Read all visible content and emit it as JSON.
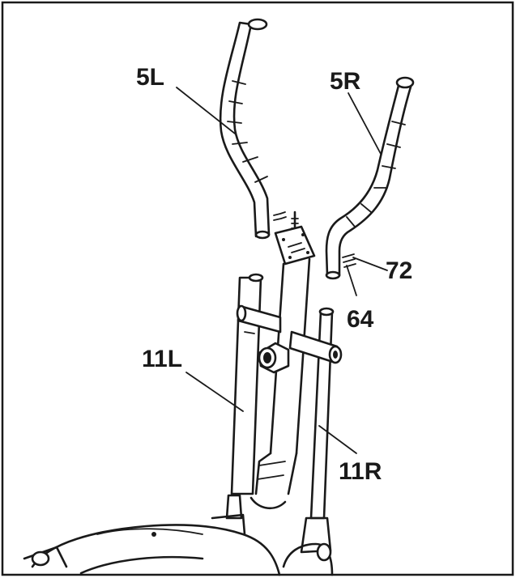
{
  "labels": {
    "handlebar_left": "5L",
    "handlebar_right": "5R",
    "part_72": "72",
    "part_64": "64",
    "lower_arm_left": "11L",
    "lower_arm_right": "11R"
  },
  "colors": {
    "ink": "#1a1a1a",
    "background": "#ffffff"
  }
}
